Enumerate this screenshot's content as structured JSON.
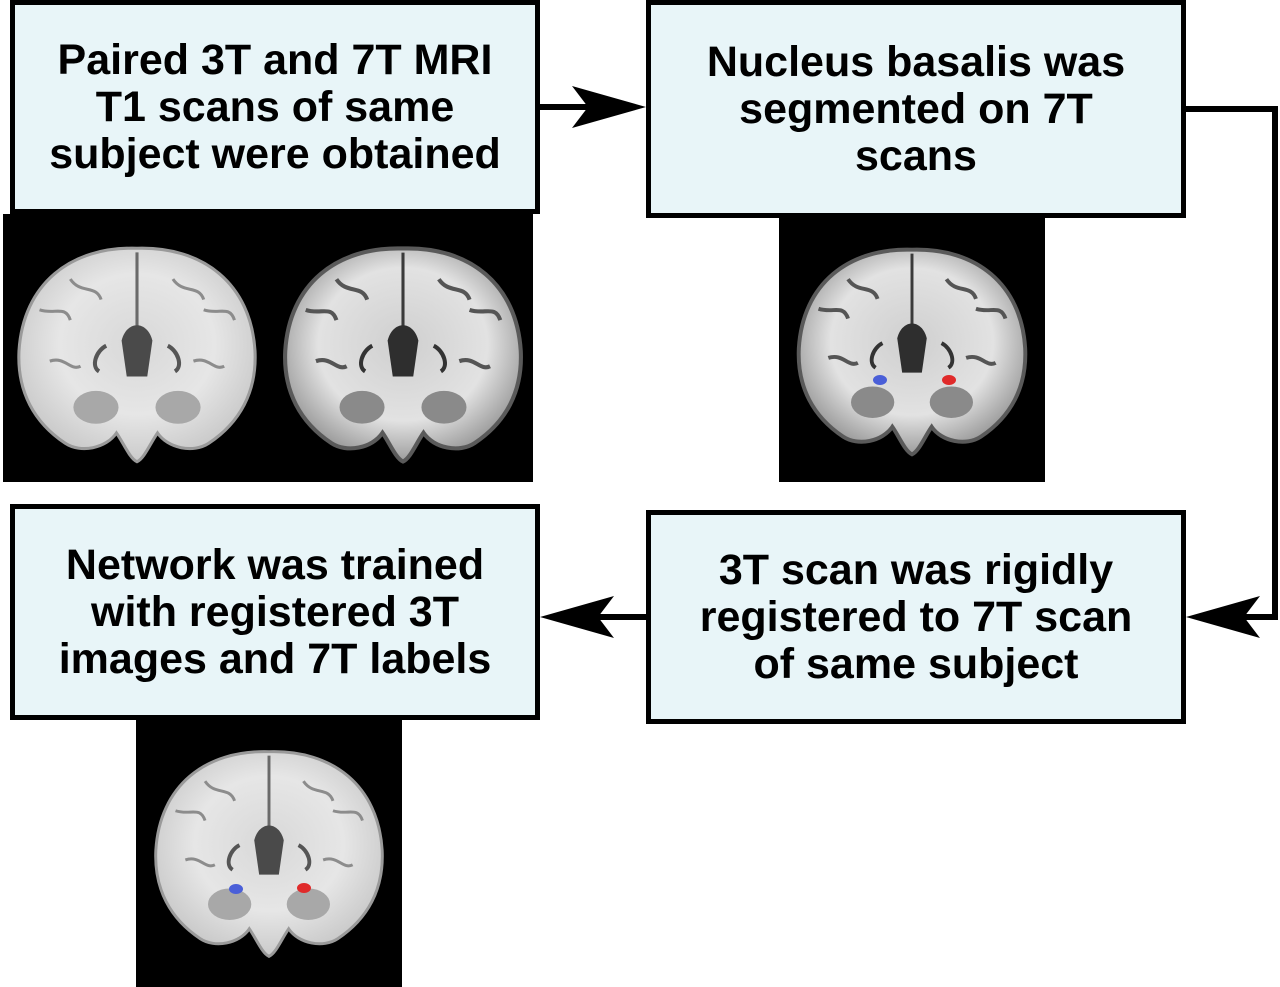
{
  "steps": {
    "step1": "Paired 3T and 7T MRI\nT1 scans of same\nsubject were obtained",
    "step2": "Nucleus basalis was\nsegmented on 7T\nscans",
    "step3": "3T scan was rigidly\nregistered to 7T scan\nof same subject",
    "step4": "Network was trained\nwith registered 3T\nimages and 7T labels"
  },
  "images": {
    "pair": [
      "mri-3t-coronal-slice",
      "mri-7t-coronal-slice"
    ],
    "segmented": "mri-7t-coronal-slice-with-nucleus-basalis-labels",
    "training": "mri-3t-coronal-slice-with-nucleus-basalis-labels"
  },
  "colors": {
    "box_fill": "#e8f5f8",
    "left_label": "#4a5fd8",
    "right_label": "#e02a2a"
  }
}
